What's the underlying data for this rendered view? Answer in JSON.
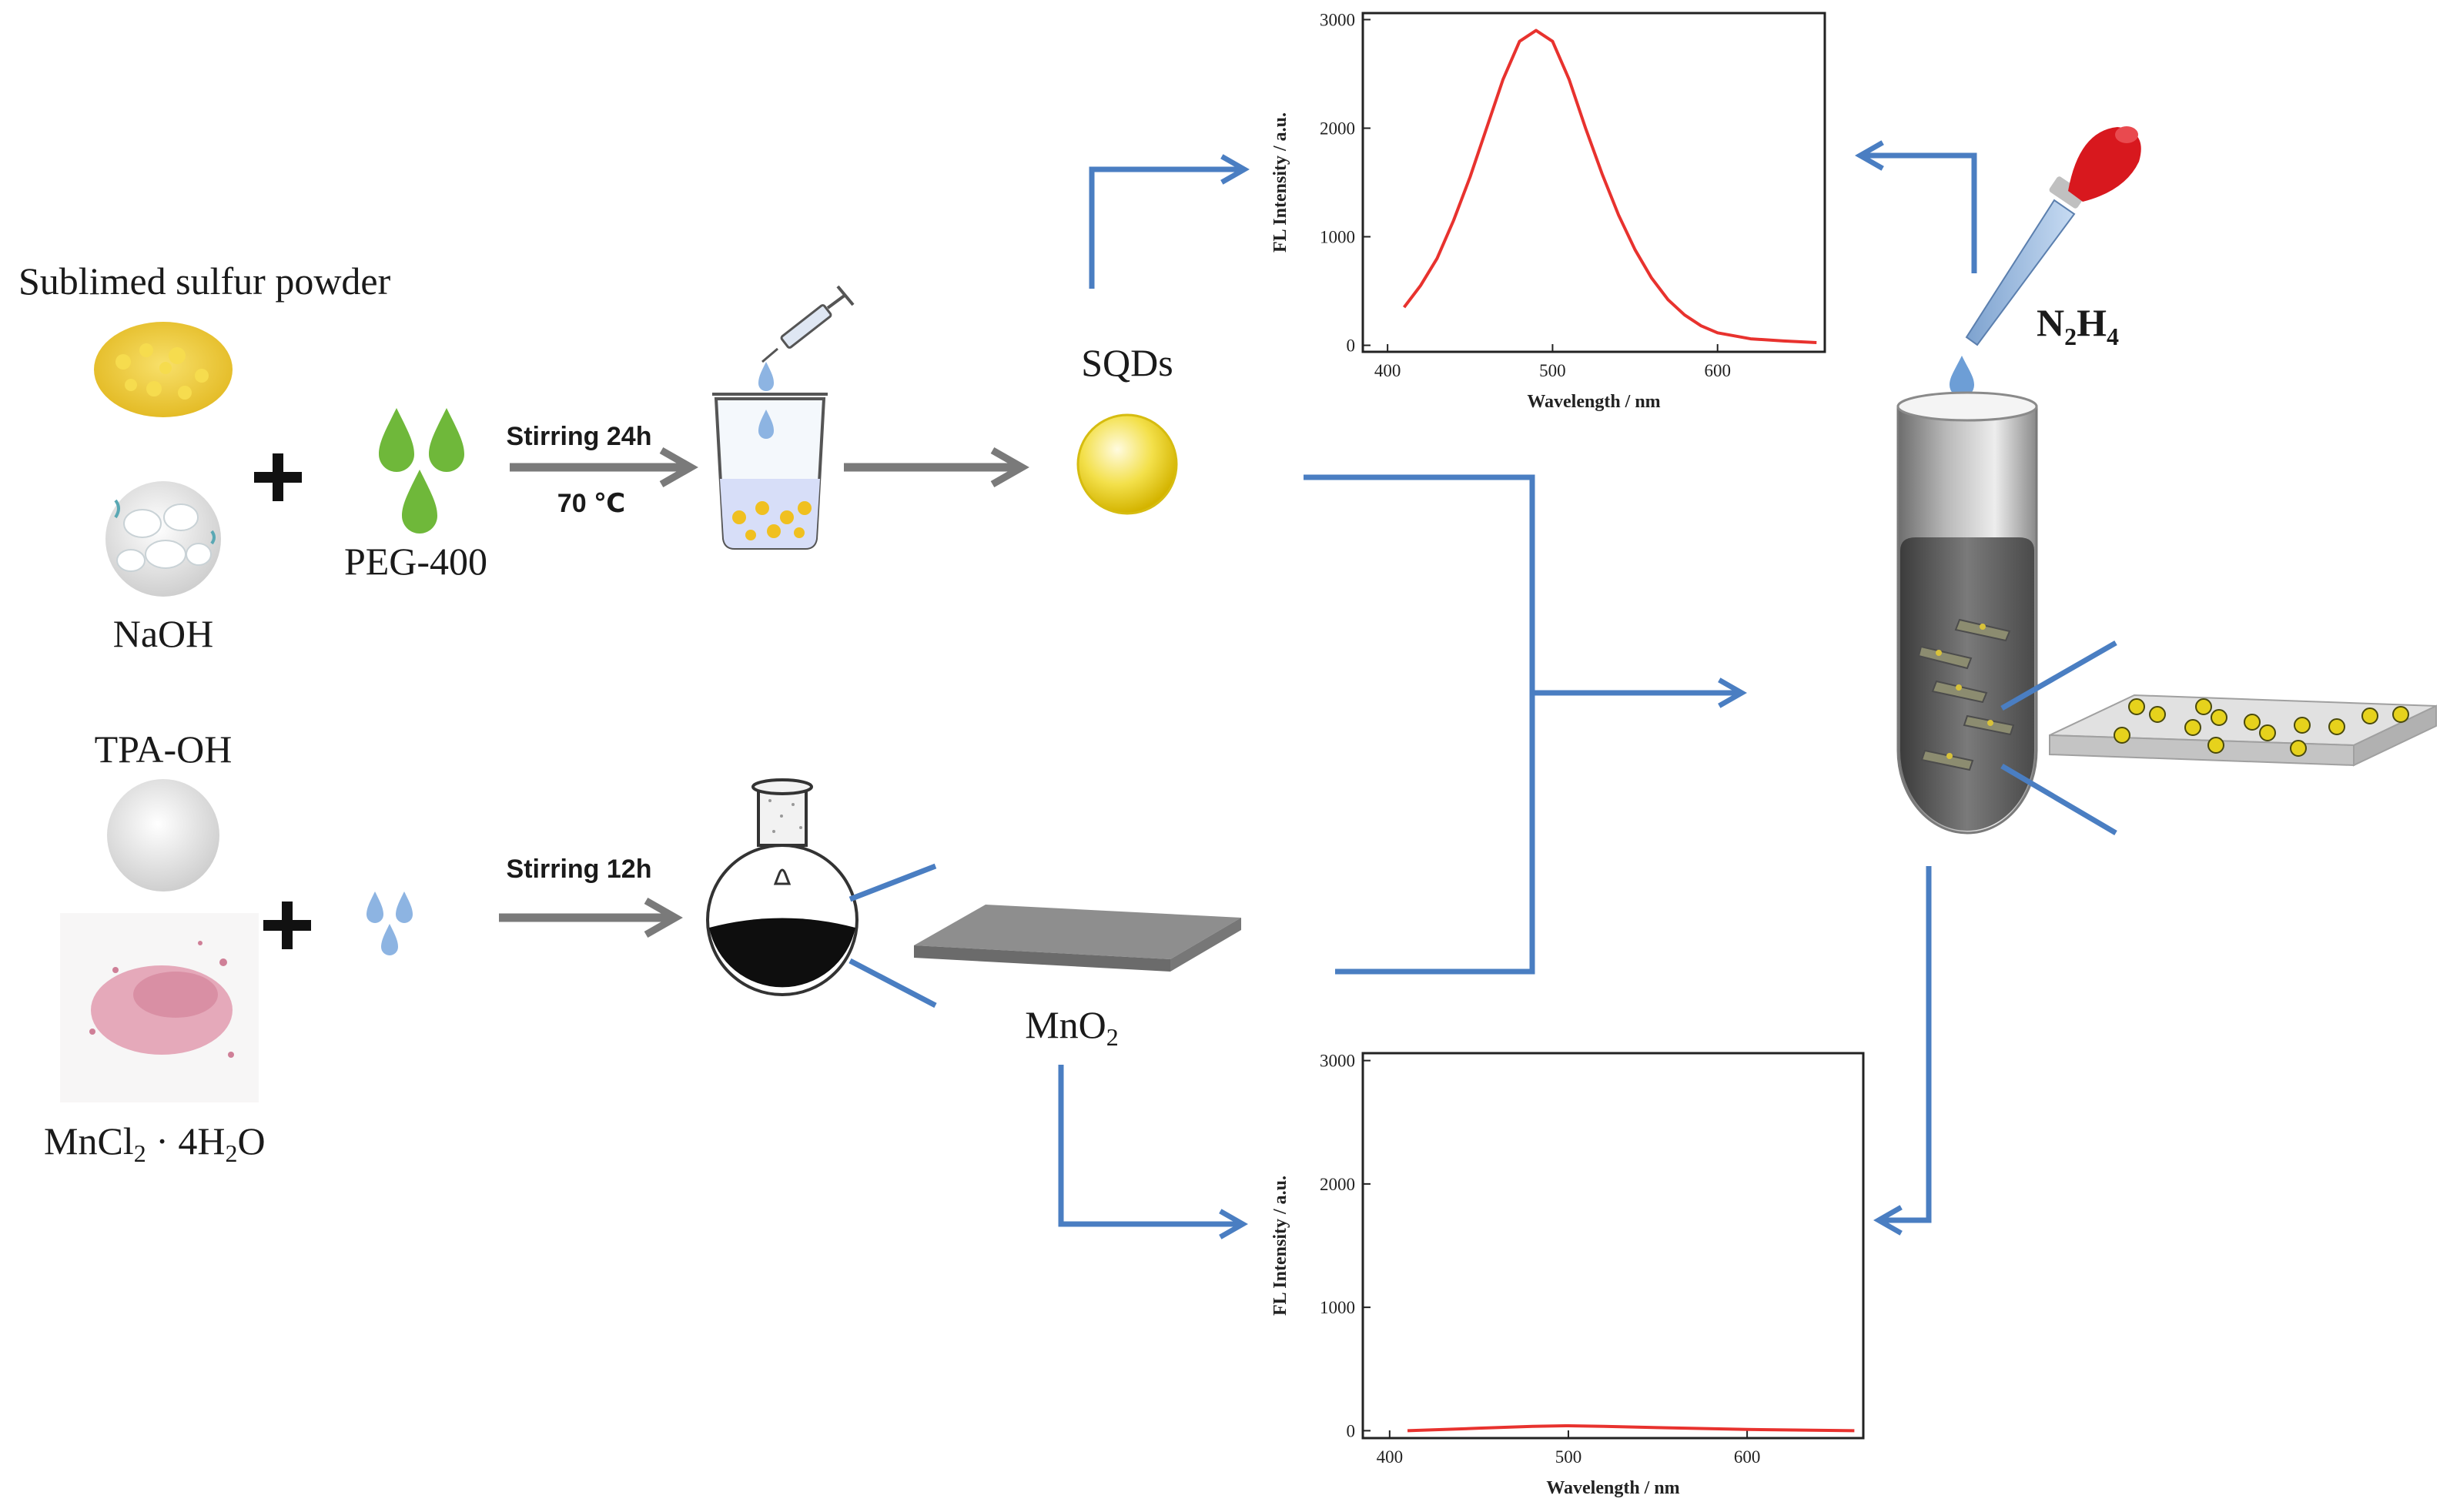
{
  "labels": {
    "sulfur": "Sublimed sulfur powder",
    "naoh": "NaOH",
    "peg": "PEG-400",
    "stir24": "Stirring 24h",
    "temp": "70 ℃",
    "sqds": "SQDs",
    "n2h4_base": "N",
    "n2h4_sub1": "2",
    "n2h4_mid": "H",
    "n2h4_sub2": "4",
    "tpa": "TPA-OH",
    "stir12": "Stirring 12h",
    "mno2_base": "MnO",
    "mno2_sub": "2",
    "mncl_a": "MnCl",
    "mncl_b": "2",
    "mncl_c": " · 4H",
    "mncl_d": "2",
    "mncl_e": "O"
  },
  "colors": {
    "arrow_blue": "#4a7ec2",
    "arrow_grey": "#7a7a7a",
    "curve_red": "#e8322e",
    "sulfur_yellow": "#f2d23c",
    "peg_green": "#6fb83a",
    "droplet_blue": "#8db4e2",
    "sheet_grey": "#8a8a8a"
  },
  "chart_data": [
    {
      "type": "line",
      "xlabel": "Wavelength / nm",
      "ylabel": "FL Intensity / a.u.",
      "xlim": [
        385,
        665
      ],
      "ylim": [
        -60,
        3060
      ],
      "xticks": [
        400,
        500,
        600
      ],
      "yticks": [
        0,
        1000,
        2000,
        3000
      ],
      "series": [
        {
          "x": [
            410,
            420,
            430,
            440,
            450,
            460,
            470,
            480,
            490,
            500,
            510,
            520,
            530,
            540,
            550,
            560,
            570,
            580,
            590,
            600,
            620,
            640,
            660
          ],
          "y": [
            350,
            550,
            800,
            1150,
            1550,
            2000,
            2450,
            2800,
            2900,
            2800,
            2450,
            2000,
            1580,
            1200,
            880,
            620,
            420,
            280,
            180,
            115,
            60,
            40,
            25
          ]
        }
      ]
    },
    {
      "type": "line",
      "xlabel": "Wavelength / nm",
      "ylabel": "FL Intensity / a.u.",
      "xlim": [
        385,
        665
      ],
      "ylim": [
        -60,
        3060
      ],
      "xticks": [
        400,
        500,
        600
      ],
      "yticks": [
        0,
        1000,
        2000,
        3000
      ],
      "series": [
        {
          "x": [
            410,
            450,
            480,
            500,
            520,
            550,
            600,
            660
          ],
          "y": [
            0,
            20,
            35,
            40,
            35,
            25,
            10,
            0
          ]
        }
      ]
    }
  ]
}
